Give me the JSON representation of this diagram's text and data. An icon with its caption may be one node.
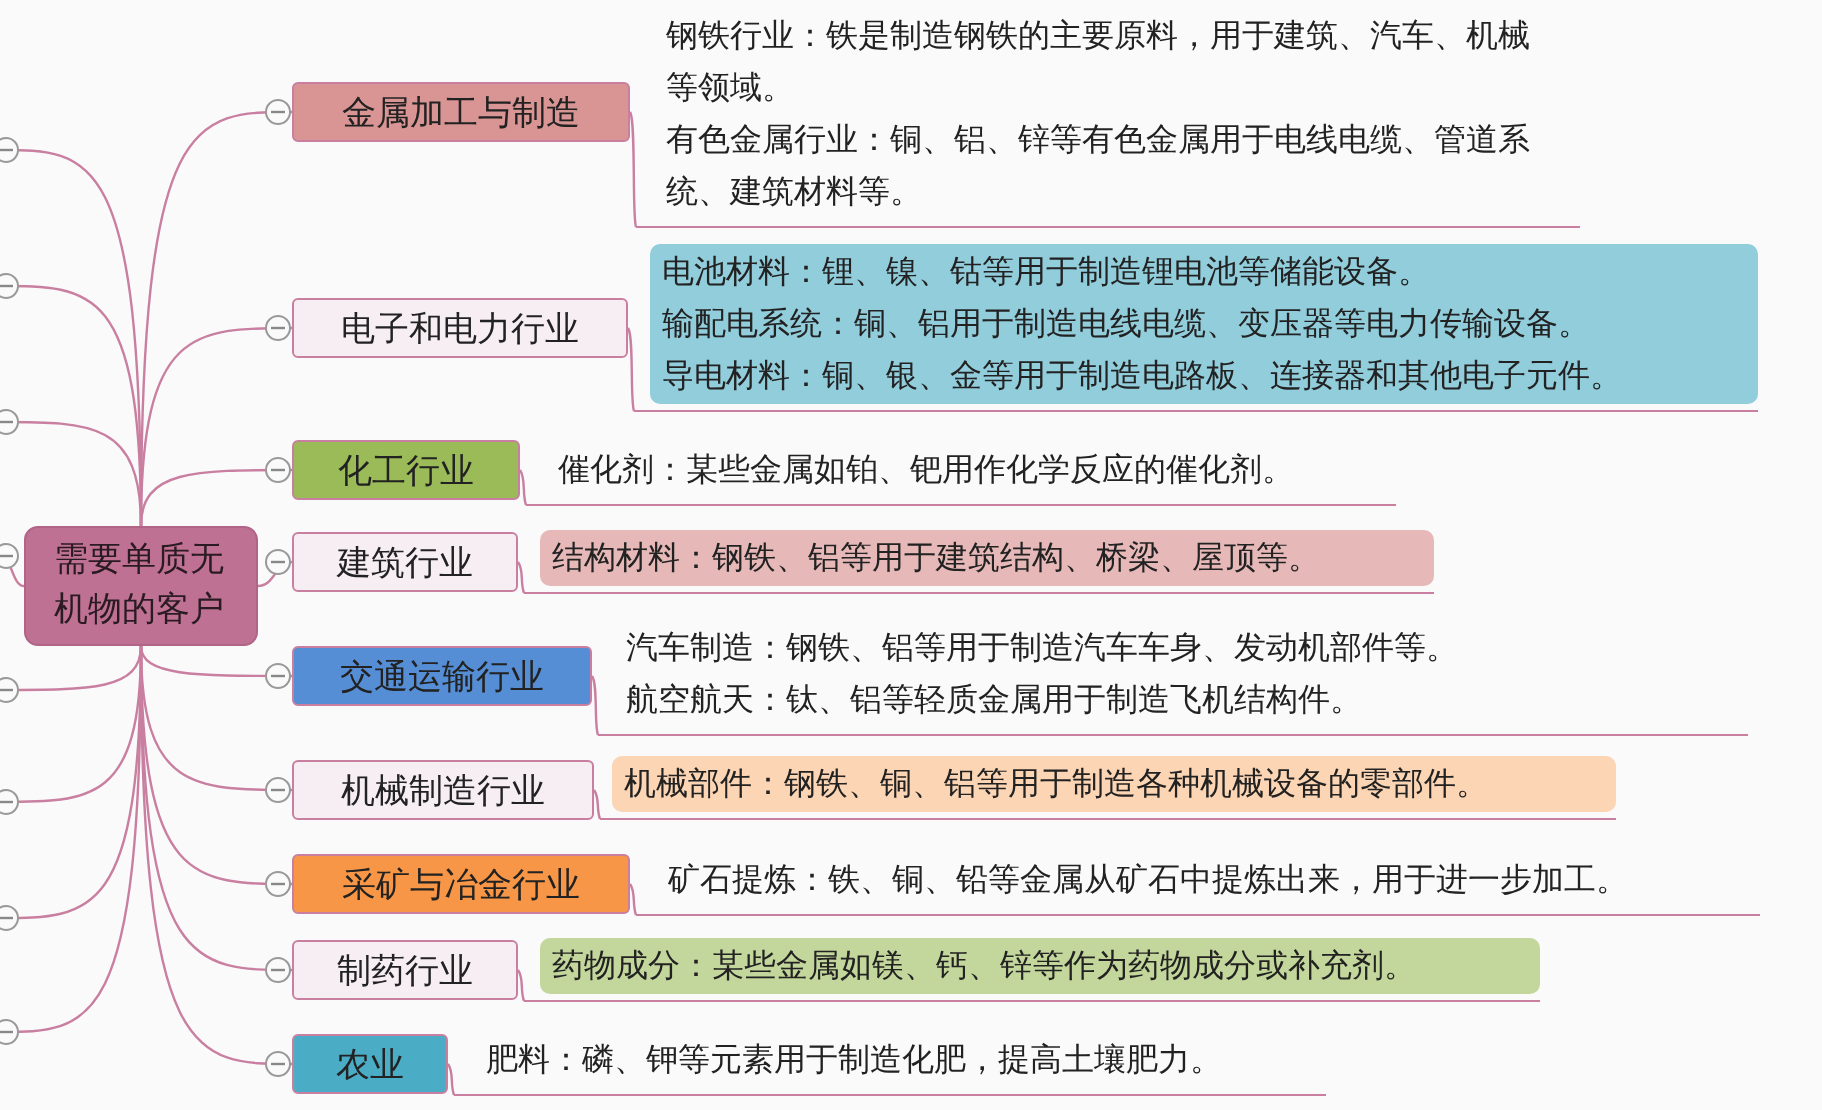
{
  "diagram": {
    "nodes": [
      {
        "text": [
          "需要单质无机物的客户"
        ]
      },
      {
        "text": [
          "金属加工与制造"
        ]
      },
      {
        "text": [
          "钢铁行业：铁是制造钢铁的主要原料，用于建筑、汽车、机械等领域。",
          "有色金属行业：铜、铝、锌等有色金属用于电线电缆、管道系统、建筑材料等。"
        ]
      },
      {
        "text": [
          "电子和电力行业"
        ]
      },
      {
        "text": [
          "电池材料：锂、镍、钴等用于制造锂电池等储能设备。",
          "输配电系统：铜、铝用于制造电线电缆、变压器等电力传输设备。",
          "导电材料：铜、银、金等用于制造电路板、连接器和其他电子元件。"
        ]
      },
      {
        "text": [
          "化工行业"
        ]
      },
      {
        "text": [
          "催化剂：某些金属如铂、钯用作化学反应的催化剂。"
        ]
      },
      {
        "text": [
          "建筑行业"
        ]
      },
      {
        "text": [
          "结构材料：钢铁、铝等用于建筑结构、桥梁、屋顶等。"
        ]
      },
      {
        "text": [
          "交通运输行业"
        ]
      },
      {
        "text": [
          "汽车制造：钢铁、铝等用于制造汽车车身、发动机部件等。",
          "航空航天：钛、铝等轻质金属用于制造飞机结构件。"
        ]
      },
      {
        "text": [
          "机械制造行业"
        ]
      },
      {
        "text": [
          "机械部件：钢铁、铜、铝等用于制造各种机械设备的零部件。"
        ]
      },
      {
        "text": [
          "采矿与冶金行业"
        ]
      },
      {
        "text": [
          "矿石提炼：铁、铜、铅等金属从矿石中提炼出来，用于进一步加工。"
        ]
      },
      {
        "text": [
          "制药行业"
        ]
      },
      {
        "text": [
          "药物成分：某些金属如镁、钙、锌等作为药物成分或补充剂。"
        ]
      },
      {
        "text": [
          "农业"
        ]
      },
      {
        "text": [
          "肥料：磷、钾等元素用于制造化肥，提高土壤肥力。"
        ]
      }
    ],
    "edges": [
      {
        "from": 0,
        "to": 1,
        "arrow": "none"
      },
      {
        "from": 1,
        "to": 2,
        "arrow": "none"
      },
      {
        "from": 0,
        "to": 3,
        "arrow": "none"
      },
      {
        "from": 3,
        "to": 4,
        "arrow": "none"
      },
      {
        "from": 0,
        "to": 5,
        "arrow": "none"
      },
      {
        "from": 5,
        "to": 6,
        "arrow": "none"
      },
      {
        "from": 0,
        "to": 7,
        "arrow": "none"
      },
      {
        "from": 7,
        "to": 8,
        "arrow": "none"
      },
      {
        "from": 0,
        "to": 9,
        "arrow": "none"
      },
      {
        "from": 9,
        "to": 10,
        "arrow": "none"
      },
      {
        "from": 0,
        "to": 11,
        "arrow": "none"
      },
      {
        "from": 11,
        "to": 12,
        "arrow": "none"
      },
      {
        "from": 0,
        "to": 13,
        "arrow": "none"
      },
      {
        "from": 13,
        "to": 14,
        "arrow": "none"
      },
      {
        "from": 0,
        "to": 15,
        "arrow": "none"
      },
      {
        "from": 15,
        "to": 16,
        "arrow": "none"
      },
      {
        "from": 0,
        "to": 17,
        "arrow": "none"
      },
      {
        "from": 17,
        "to": 18,
        "arrow": "none"
      },
      {
        "from": 0,
        "to": null,
        "arrow": "none"
      },
      {
        "from": 0,
        "to": null,
        "arrow": "none"
      },
      {
        "from": 0,
        "to": null,
        "arrow": "none"
      },
      {
        "from": 0,
        "to": null,
        "arrow": "none"
      },
      {
        "from": 0,
        "to": null,
        "arrow": "none"
      },
      {
        "from": 0,
        "to": null,
        "arrow": "none"
      },
      {
        "from": 0,
        "to": null,
        "arrow": "none"
      },
      {
        "from": 0,
        "to": null,
        "arrow": "none"
      }
    ]
  }
}
